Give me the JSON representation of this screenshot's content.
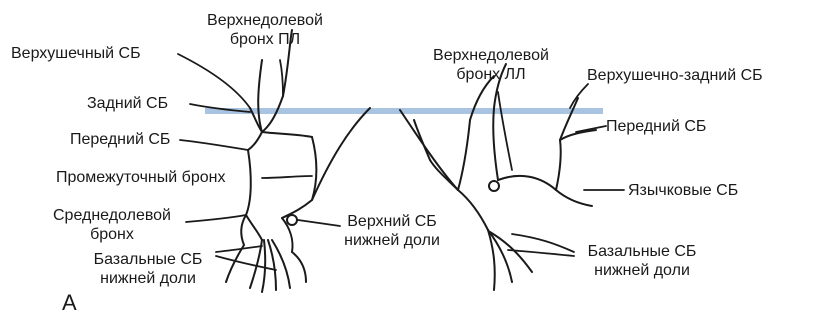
{
  "figure": {
    "panel_letter": "A",
    "plane_color": "#a9c4e0",
    "line_color": "#1a1a1a"
  },
  "labels": {
    "apical_sb": "Верхушечный СБ",
    "ul_bronchus_right": [
      "Верхнедолевой",
      "бронх ПЛ"
    ],
    "posterior_sb": "Задний СБ",
    "anterior_sb_right": "Передний СБ",
    "intermediate_bronchus": "Промежуточный бронх",
    "middle_lobe_bronchus": [
      "Среднедолевой",
      "бронх"
    ],
    "basal_sb_right": [
      "Базальные СБ",
      "нижней доли"
    ],
    "superior_sb_lower_lobe": [
      "Верхний СБ",
      "нижней доли"
    ],
    "ul_bronchus_left": [
      "Верхнедолевой",
      "бронх ЛЛ"
    ],
    "apicoposterior_sb": "Верхушечно-задний СБ",
    "anterior_sb_left": "Передний СБ",
    "lingular_sb": "Язычковые СБ",
    "basal_sb_left": [
      "Базальные СБ",
      "нижней доли"
    ]
  }
}
